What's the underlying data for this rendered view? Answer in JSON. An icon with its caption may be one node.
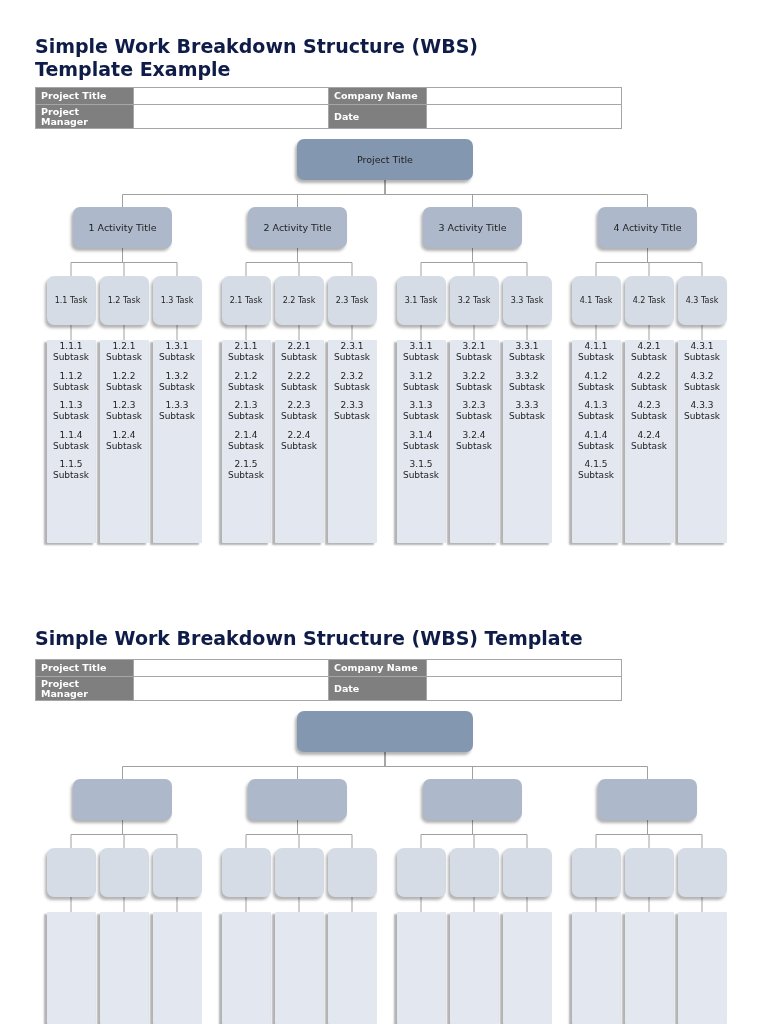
{
  "diagram": {
    "title": "Simple Work Breakdown Structure (WBS) Template Example",
    "nodes": [
      {
        "text": [
          "Project Title"
        ]
      },
      {
        "text": [
          "1 Activity Title"
        ]
      },
      {
        "text": [
          "2 Activity Title"
        ]
      },
      {
        "text": [
          "3 Activity Title"
        ]
      },
      {
        "text": [
          "4 Activity Title"
        ]
      },
      {
        "text": [
          "1.1 Task"
        ]
      },
      {
        "text": [
          "1.2 Task"
        ]
      },
      {
        "text": [
          "1.3 Task"
        ]
      },
      {
        "text": [
          "2.1 Task"
        ]
      },
      {
        "text": [
          "2.2 Task"
        ]
      },
      {
        "text": [
          "2.3 Task"
        ]
      },
      {
        "text": [
          "3.1 Task"
        ]
      },
      {
        "text": [
          "3.2 Task"
        ]
      },
      {
        "text": [
          "3.3 Task"
        ]
      },
      {
        "text": [
          "4.1 Task"
        ]
      },
      {
        "text": [
          "4.2 Task"
        ]
      },
      {
        "text": [
          "4.3 Task"
        ]
      },
      {
        "text": [
          "1.1.1 Subtask",
          "1.1.2 Subtask",
          "1.1.3 Subtask",
          "1.1.4 Subtask",
          "1.1.5 Subtask"
        ]
      },
      {
        "text": [
          "1.2.1 Subtask",
          "1.2.2 Subtask",
          "1.2.3 Subtask",
          "1.2.4 Subtask"
        ]
      },
      {
        "text": [
          "1.3.1 Subtask",
          "1.3.2 Subtask",
          "1.3.3 Subtask"
        ]
      },
      {
        "text": [
          "2.1.1 Subtask",
          "2.1.2 Subtask",
          "2.1.3 Subtask",
          "2.1.4 Subtask",
          "2.1.5 Subtask"
        ]
      },
      {
        "text": [
          "2.2.1 Subtask",
          "2.2.2 Subtask",
          "2.2.3 Subtask",
          "2.2.4 Subtask"
        ]
      },
      {
        "text": [
          "2.3.1 Subtask",
          "2.3.2 Subtask",
          "2.3.3 Subtask"
        ]
      },
      {
        "text": [
          "3.1.1 Subtask",
          "3.1.2 Subtask",
          "3.1.3 Subtask",
          "3.1.4 Subtask",
          "3.1.5 Subtask"
        ]
      },
      {
        "text": [
          "3.2.1 Subtask",
          "3.2.2 Subtask",
          "3.2.3 Subtask",
          "3.2.4 Subtask"
        ]
      },
      {
        "text": [
          "3.3.1 Subtask",
          "3.3.2 Subtask",
          "3.3.3 Subtask"
        ]
      },
      {
        "text": [
          "4.1.1 Subtask",
          "4.1.2 Subtask",
          "4.1.3 Subtask",
          "4.1.4 Subtask",
          "4.1.5 Subtask"
        ]
      },
      {
        "text": [
          "4.2.1 Subtask",
          "4.2.2 Subtask",
          "4.2.3 Subtask",
          "4.2.4 Subtask"
        ]
      },
      {
        "text": [
          "4.3.1 Subtask",
          "4.3.2 Subtask",
          "4.3.3 Subtask"
        ]
      },
      {
        "text": [],
        "shape": "box"
      },
      {
        "text": [],
        "shape": "box"
      },
      {
        "text": [],
        "shape": "box"
      },
      {
        "text": [],
        "shape": "box"
      },
      {
        "text": [],
        "shape": "box"
      },
      {
        "text": [],
        "shape": "box"
      },
      {
        "text": [],
        "shape": "box"
      },
      {
        "text": [],
        "shape": "box"
      },
      {
        "text": [],
        "shape": "box"
      },
      {
        "text": [],
        "shape": "box"
      },
      {
        "text": [],
        "shape": "box"
      },
      {
        "text": [],
        "shape": "box"
      },
      {
        "text": [],
        "shape": "box"
      },
      {
        "text": [],
        "shape": "box"
      },
      {
        "text": [],
        "shape": "box"
      },
      {
        "text": [],
        "shape": "box"
      },
      {
        "text": [],
        "shape": "box"
      },
      {
        "text": [],
        "shape": "box"
      },
      {
        "text": [],
        "shape": "box"
      },
      {
        "text": [],
        "shape": "box"
      },
      {
        "text": [],
        "shape": "box"
      },
      {
        "text": [],
        "shape": "box"
      },
      {
        "text": [],
        "shape": "box"
      },
      {
        "text": [],
        "shape": "box"
      },
      {
        "text": [],
        "shape": "box"
      },
      {
        "text": [],
        "shape": "box"
      },
      {
        "text": [],
        "shape": "box"
      },
      {
        "text": [],
        "shape": "box"
      },
      {
        "text": [],
        "shape": "box"
      }
    ],
    "edges": [
      {
        "from": 0,
        "to": 1,
        "arrow": "none"
      },
      {
        "from": 0,
        "to": 2,
        "arrow": "none"
      },
      {
        "from": 0,
        "to": 3,
        "arrow": "none"
      },
      {
        "from": 0,
        "to": 4,
        "arrow": "none"
      },
      {
        "from": 1,
        "to": 5,
        "arrow": "none"
      },
      {
        "from": 1,
        "to": 6,
        "arrow": "none"
      },
      {
        "from": 1,
        "to": 7,
        "arrow": "none"
      },
      {
        "from": 2,
        "to": 8,
        "arrow": "none"
      },
      {
        "from": 2,
        "to": 9,
        "arrow": "none"
      },
      {
        "from": 2,
        "to": 10,
        "arrow": "none"
      },
      {
        "from": 3,
        "to": 11,
        "arrow": "none"
      },
      {
        "from": 3,
        "to": 12,
        "arrow": "none"
      },
      {
        "from": 3,
        "to": 13,
        "arrow": "none"
      },
      {
        "from": 4,
        "to": 14,
        "arrow": "none"
      },
      {
        "from": 4,
        "to": 15,
        "arrow": "none"
      },
      {
        "from": 4,
        "to": 16,
        "arrow": "none"
      },
      {
        "from": 5,
        "to": 17,
        "arrow": "none"
      },
      {
        "from": 6,
        "to": 18,
        "arrow": "none"
      },
      {
        "from": 7,
        "to": 19,
        "arrow": "none"
      },
      {
        "from": 8,
        "to": 20,
        "arrow": "none"
      },
      {
        "from": 9,
        "to": 21,
        "arrow": "none"
      },
      {
        "from": 10,
        "to": 22,
        "arrow": "none"
      },
      {
        "from": 11,
        "to": 23,
        "arrow": "none"
      },
      {
        "from": 12,
        "to": 24,
        "arrow": "none"
      },
      {
        "from": 13,
        "to": 25,
        "arrow": "none"
      },
      {
        "from": 14,
        "to": 26,
        "arrow": "none"
      },
      {
        "from": 15,
        "to": 27,
        "arrow": "none"
      },
      {
        "from": 16,
        "to": 28,
        "arrow": "none"
      },
      {
        "from": 29,
        "to": 30,
        "arrow": "none"
      },
      {
        "from": 29,
        "to": 31,
        "arrow": "none"
      },
      {
        "from": 29,
        "to": 32,
        "arrow": "none"
      },
      {
        "from": 29,
        "to": 33,
        "arrow": "none"
      },
      {
        "from": 30,
        "to": 34,
        "arrow": "none"
      },
      {
        "from": 30,
        "to": 35,
        "arrow": "none"
      },
      {
        "from": 30,
        "to": 36,
        "arrow": "none"
      },
      {
        "from": 31,
        "to": 37,
        "arrow": "none"
      },
      {
        "from": 31,
        "to": 38,
        "arrow": "none"
      },
      {
        "from": 31,
        "to": 39,
        "arrow": "none"
      },
      {
        "from": 32,
        "to": 40,
        "arrow": "none"
      },
      {
        "from": 32,
        "to": 41,
        "arrow": "none"
      },
      {
        "from": 32,
        "to": 42,
        "arrow": "none"
      },
      {
        "from": 33,
        "to": 43,
        "arrow": "none"
      },
      {
        "from": 33,
        "to": 44,
        "arrow": "none"
      },
      {
        "from": 33,
        "to": 45,
        "arrow": "none"
      },
      {
        "from": 34,
        "to": 46,
        "arrow": "none"
      },
      {
        "from": 35,
        "to": 47,
        "arrow": "none"
      },
      {
        "from": 36,
        "to": 48,
        "arrow": "none"
      },
      {
        "from": 37,
        "to": 49,
        "arrow": "none"
      },
      {
        "from": 38,
        "to": 50,
        "arrow": "none"
      },
      {
        "from": 39,
        "to": 51,
        "arrow": "none"
      },
      {
        "from": 40,
        "to": 52,
        "arrow": "none"
      },
      {
        "from": 41,
        "to": 53,
        "arrow": "none"
      },
      {
        "from": 42,
        "to": 54,
        "arrow": "none"
      },
      {
        "from": 43,
        "to": 55,
        "arrow": "none"
      },
      {
        "from": 44,
        "to": 56,
        "arrow": "none"
      },
      {
        "from": 45,
        "to": 57,
        "arrow": "none"
      }
    ],
    "labels": [
      "Project Title",
      "Company Name",
      "Project Manager",
      "Date",
      "Simple Work Breakdown Structure (WBS) Template",
      "Project Title",
      "Company Name",
      "Project Manager",
      "Date"
    ]
  }
}
